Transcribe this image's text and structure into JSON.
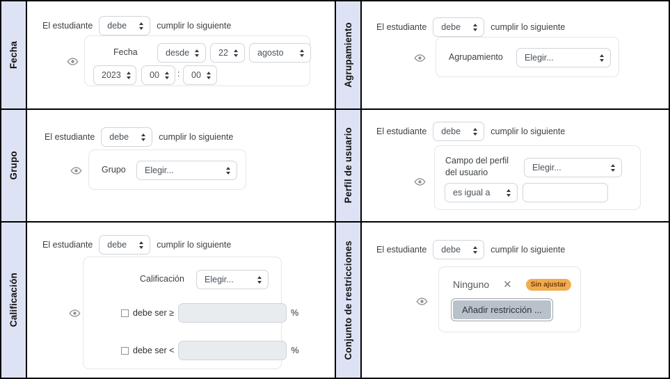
{
  "common": {
    "prefix": "El estudiante",
    "operator": "debe",
    "suffix": "cumplir lo siguiente",
    "choose": "Elegir...",
    "eye_icon": "eye-icon",
    "colon": ":"
  },
  "colors": {
    "sidebar": "#dde2f4",
    "badge_bg": "#f0ad4e",
    "badge_text": "#7a3d10",
    "button_bg": "#b9c2cb",
    "border": "#000000",
    "control_border": "#cfd4da",
    "disabled_input": "#e9ecef"
  },
  "cells": {
    "fecha": {
      "label": "Fecha",
      "field_label": "Fecha",
      "direction": "desde",
      "day": "22",
      "month": "agosto",
      "year": "2023",
      "hour": "00",
      "minute": "00"
    },
    "agrupamiento": {
      "label": "Agrupamiento",
      "field_label": "Agrupamiento",
      "value": "Elegir..."
    },
    "grupo": {
      "label": "Grupo",
      "field_label": "Grupo",
      "value": "Elegir..."
    },
    "perfil": {
      "label": "Perfil de usuario",
      "field_label": "Campo del perfil del usuario",
      "field_value": "Elegir...",
      "comparison": "es igual a",
      "text_value": ""
    },
    "calificacion": {
      "label": "Calificación",
      "field_label": "Calificación",
      "value": "Elegir...",
      "min_label": "debe ser ≥",
      "min_value": "",
      "max_label": "debe ser <",
      "max_value": "",
      "percent": "%"
    },
    "conjunto": {
      "label": "Conjunto de restricciones",
      "none": "Ninguno",
      "remove": "✕",
      "badge": "Sin ajustar",
      "add_button": "Añadir restricción ..."
    }
  }
}
